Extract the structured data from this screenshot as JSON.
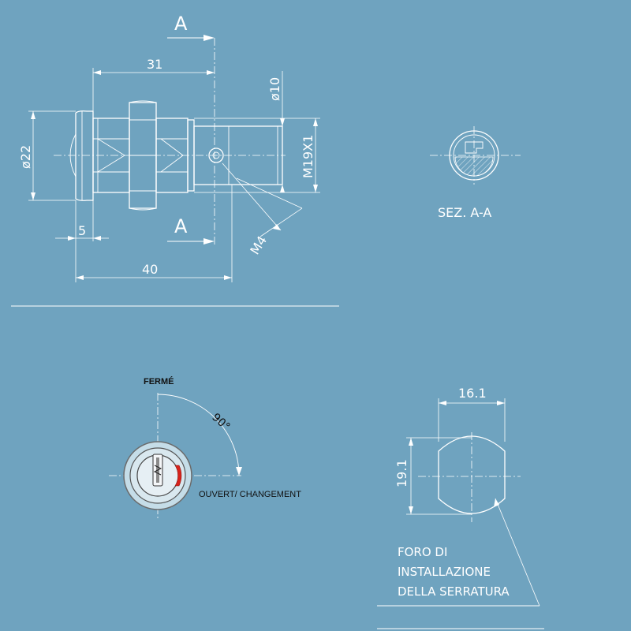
{
  "top_view": {
    "section_marker": "A",
    "dim_total_width": "31",
    "dim_shaft_diameter": "ø10",
    "dim_cap_diameter": "ø22",
    "dim_thread": "M19X1",
    "dim_screw": "M4",
    "dim_cap_depth": "5",
    "dim_overall_length": "40"
  },
  "section": {
    "label": "SEZ. A-A"
  },
  "key_view": {
    "label_closed": "FERMÉ",
    "label_open": "OUVERT/ CHANGEMENT",
    "angle": "90°",
    "indicator_color": "#d8231c"
  },
  "cutout": {
    "dim_width": "16.1",
    "dim_height": "19.1",
    "note_line1": "FORO     DI",
    "note_line2": "INSTALLAZIONE",
    "note_line3": "DELLA SERRATURA"
  }
}
